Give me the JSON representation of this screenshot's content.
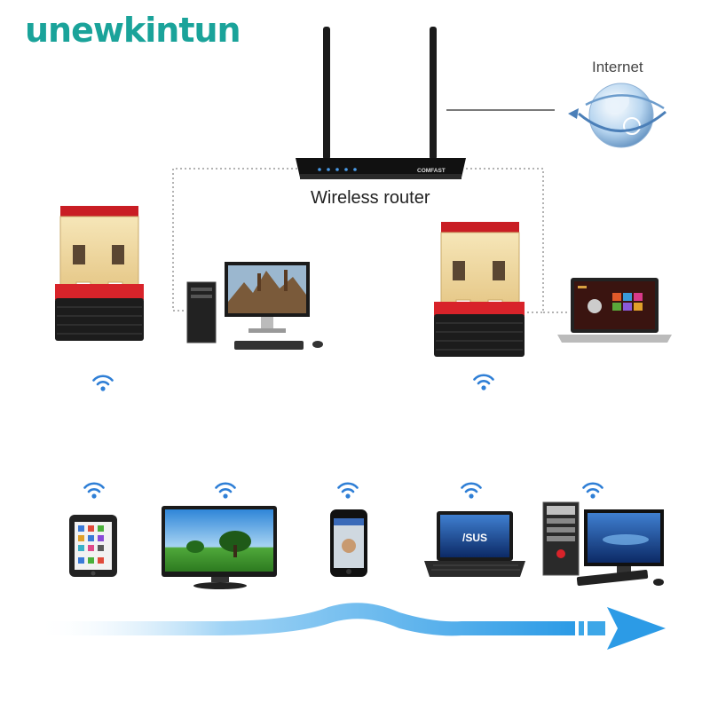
{
  "brand": {
    "text": "unewkintun",
    "color": "#1aa39a"
  },
  "labels": {
    "internet": "Internet",
    "router": "Wireless router",
    "router_logo": "COMFAST",
    "asus_screen": "/SUS"
  },
  "colors": {
    "arrow": "#3da7e8",
    "wifi": "#2f7fd6",
    "dotted_line": "#9a9a9a",
    "adapter_red": "#d8232a",
    "adapter_black": "#1c1c1c",
    "usb_gold": "#f0d9a0"
  },
  "icons": [
    "wifi-signal-icon",
    "globe-icon",
    "wireless-router",
    "usb-wifi-adapter",
    "desktop-pc",
    "laptop",
    "tablet",
    "tv",
    "phone",
    "tower-pc"
  ]
}
